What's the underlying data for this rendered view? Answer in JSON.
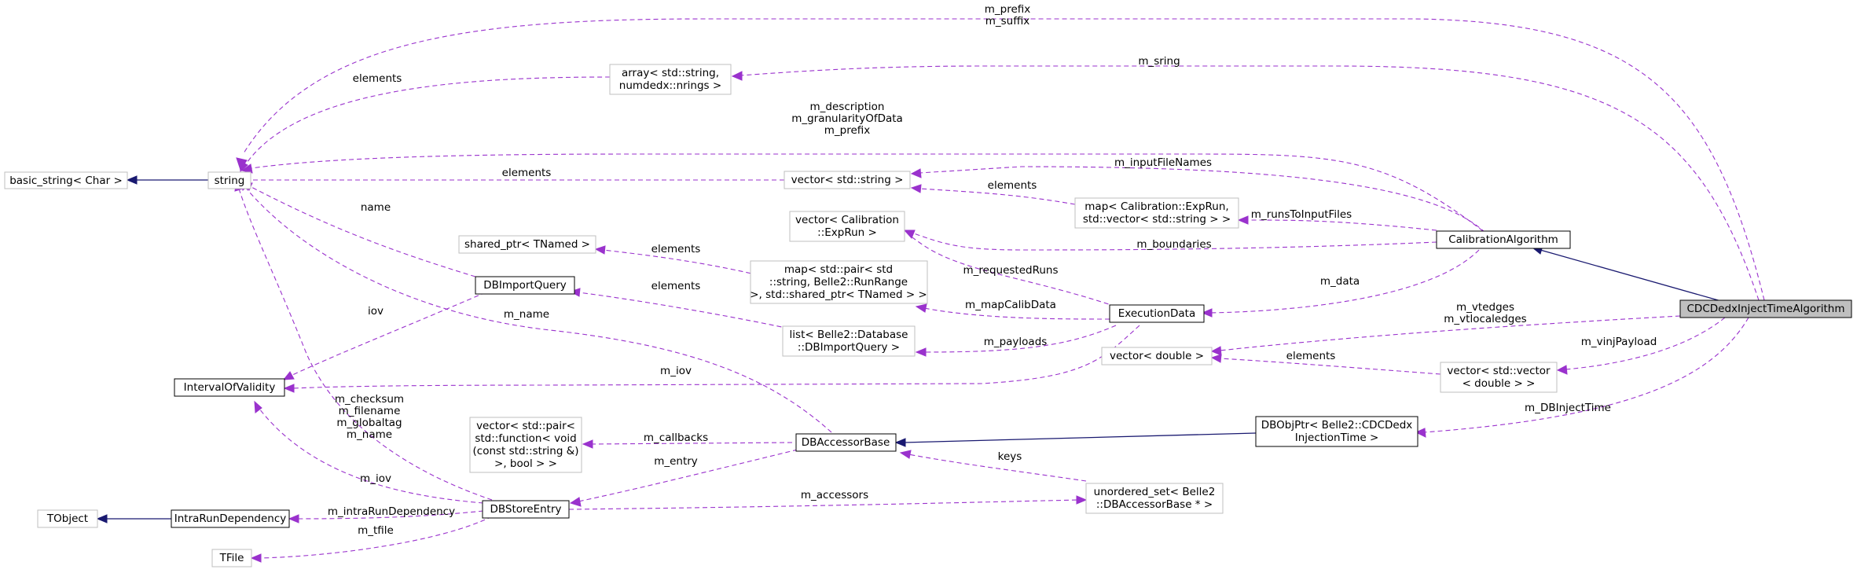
{
  "nodes": {
    "basic_string": "basic_string< Char >",
    "string": "string",
    "array": [
      "array< std::string,",
      "numdedx::nrings >"
    ],
    "vector_string": "vector< std::string >",
    "map_exprun": [
      "map< Calibration::ExpRun,",
      "std::vector< std::string > >"
    ],
    "vector_exprun": [
      "vector< Calibration",
      "::ExpRun >"
    ],
    "shared_ptr": "shared_ptr< TNamed >",
    "dbimportquery": "DBImportQuery",
    "map_pair": [
      "map< std::pair< std",
      "::string, Belle2::RunRange",
      ">, std::shared_ptr< TNamed > >"
    ],
    "list_dbimport": [
      "list< Belle2::Database",
      "::DBImportQuery >"
    ],
    "intervalofvalidity": "IntervalOfValidity",
    "vector_pair_function": [
      "vector< std::pair<",
      "std::function< void",
      "(const std::string &)",
      ">, bool > >"
    ],
    "dbaccessorbase": "DBAccessorBase",
    "tobject": "TObject",
    "intrarundependency": "IntraRunDependency",
    "dbstoreentry": "DBStoreEntry",
    "tfile": "TFile",
    "unordered_set": [
      "unordered_set< Belle2",
      "::DBAccessorBase * >"
    ],
    "calibrationalgorithm": "CalibrationAlgorithm",
    "executiondata": "ExecutionData",
    "vector_double": "vector< double >",
    "vector_vector_double": [
      "vector< std::vector",
      "< double > >"
    ],
    "dbobjptr": [
      "DBObjPtr< Belle2::CDCDedx",
      "InjectionTime >"
    ],
    "cdcdedx": "CDCDedxInjectTimeAlgorithm"
  },
  "edges": {
    "prefix_suffix": [
      "m_prefix",
      "m_suffix"
    ],
    "sring": "m_sring",
    "elements_array": "elements",
    "desc_gran_prefix": [
      "m_description",
      "m_granularityOfData",
      "m_prefix"
    ],
    "input_file_names": "m_inputFileNames",
    "elements_vector_string": "elements",
    "elements_map_exprun": "elements",
    "runs_to_input_files": "m_runsToInputFiles",
    "name": "name",
    "elements_shared_ptr": "elements",
    "boundaries": "m_boundaries",
    "requested_runs": "m_requestedRuns",
    "elements_list": "elements",
    "data": "m_data",
    "iov_dbimport": "iov",
    "m_name": "m_name",
    "map_calib_data": "m_mapCalibData",
    "vtedges": [
      "m_vtedges",
      "m_vtlocaledges"
    ],
    "payloads": "m_payloads",
    "elements_vector_double": "elements",
    "vinj_payload": "m_vinjPayload",
    "iov_execution": "m_iov",
    "checksum_group": [
      "m_checksum",
      "m_filename",
      "m_globaltag",
      "m_name"
    ],
    "dbinject_time": "m_DBInjectTime",
    "callbacks": "m_callbacks",
    "keys": "keys",
    "entry": "m_entry",
    "iov_dbstore": "m_iov",
    "accessors": "m_accessors",
    "intra_run_dependency": "m_intraRunDependency",
    "tfile": "m_tfile"
  }
}
